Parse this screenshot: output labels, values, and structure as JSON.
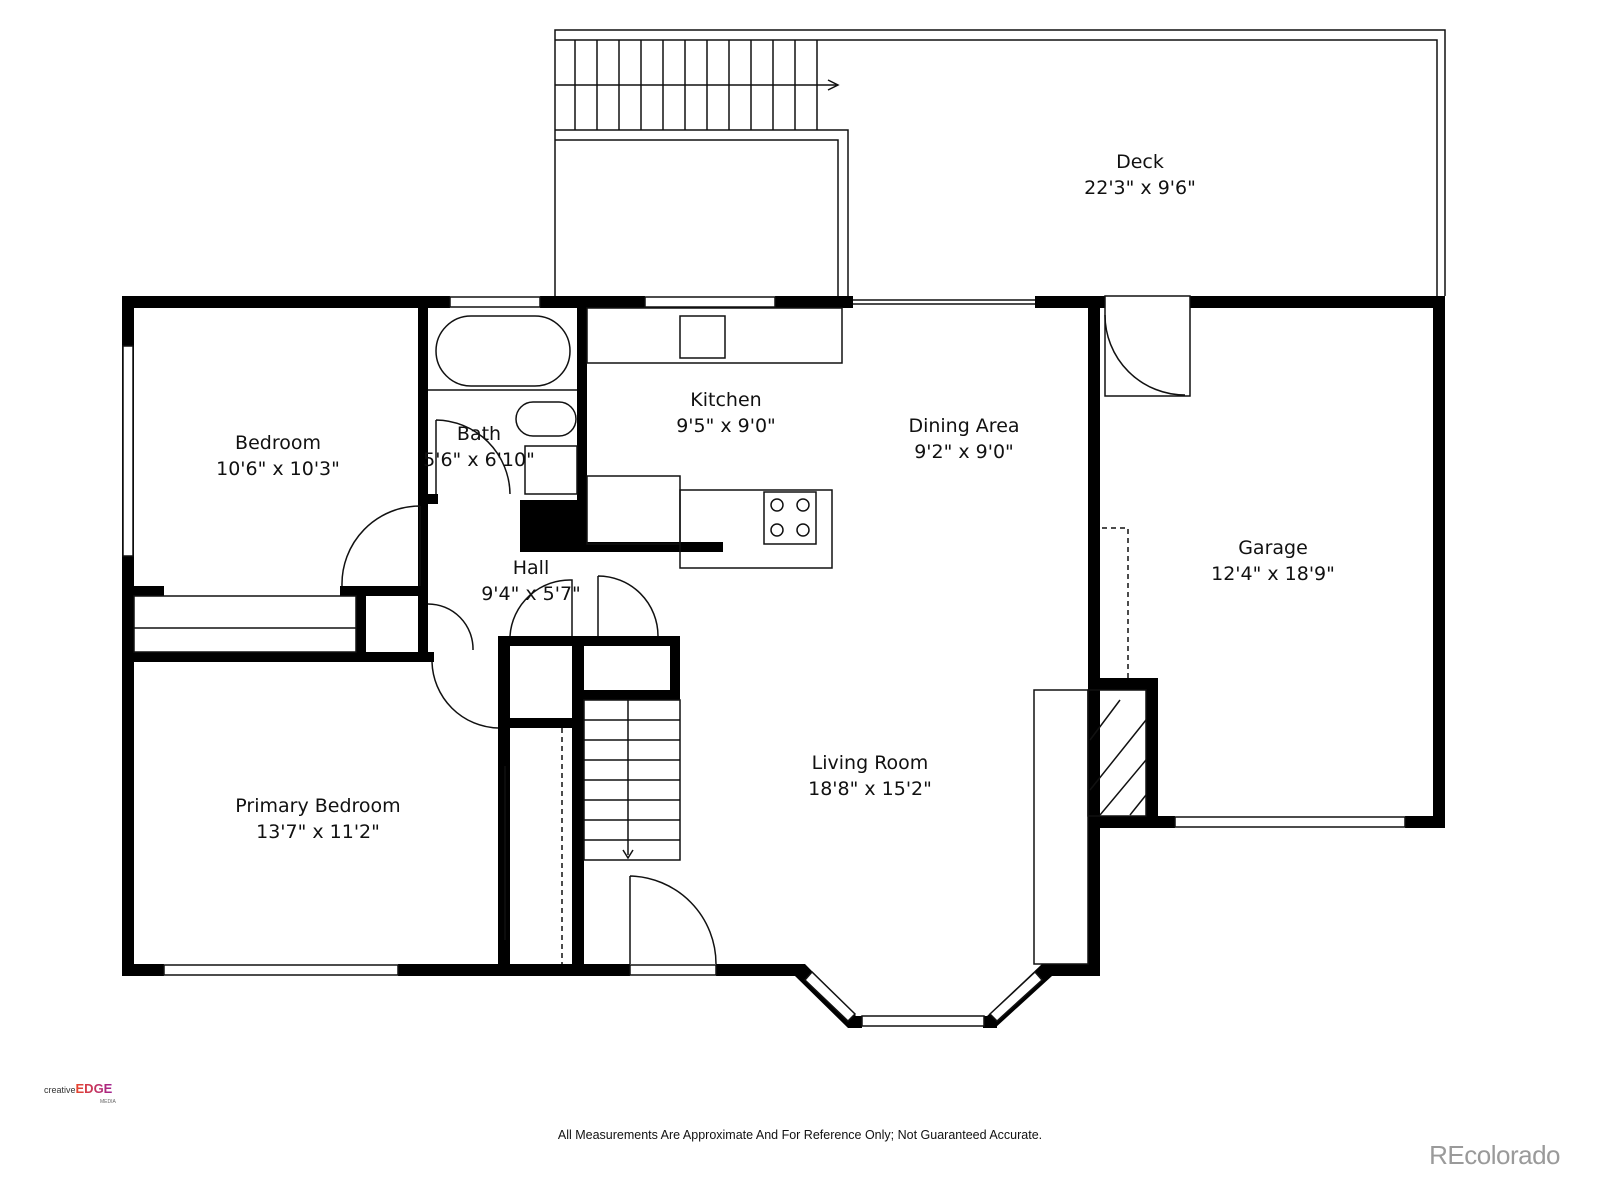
{
  "rooms": {
    "deck": {
      "name": "Deck",
      "size": "22'3\" x 9'6\""
    },
    "kitchen": {
      "name": "Kitchen",
      "size": "9'5\" x 9'0\""
    },
    "dining": {
      "name": "Dining Area",
      "size": "9'2\" x 9'0\""
    },
    "bedroom": {
      "name": "Bedroom",
      "size": "10'6\" x 10'3\""
    },
    "bath": {
      "name": "Bath",
      "size": "5'6\" x 6'10\""
    },
    "hall": {
      "name": "Hall",
      "size": "9'4\" x 5'7\""
    },
    "garage": {
      "name": "Garage",
      "size": "12'4\" x 18'9\""
    },
    "living": {
      "name": "Living Room",
      "size": "18'8\" x 15'2\""
    },
    "primary": {
      "name": "Primary Bedroom",
      "size": "13'7\" x 11'2\""
    }
  },
  "footer": {
    "disclaimer": "All Measurements Are Approximate And For Reference Only; Not Guaranteed Accurate.",
    "brand": "REcolorado",
    "logo": {
      "prefix": "creative",
      "main": "EDGE",
      "sub": "MEDIA"
    }
  },
  "colors": {
    "walls": "#000000",
    "logo_gradient": [
      "#e8452c",
      "#a2238f"
    ],
    "brand": "#9a9a9a"
  }
}
